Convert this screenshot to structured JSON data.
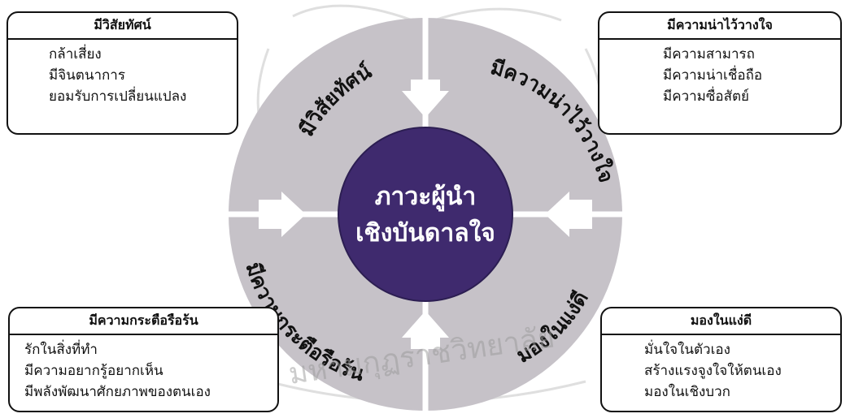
{
  "colors": {
    "center_fill": "#3f2a6e",
    "ring_fill": "#c6c2c8",
    "ring_text": "#111111",
    "center_text": "#ffffff",
    "box_border": "#111111"
  },
  "center": {
    "line1": "ภาวะผู้นำ",
    "line2": "เชิงบันดาลใจ"
  },
  "ring_labels": {
    "top_left": "มีวิสัยทัศน์",
    "top_right": "มีความน่าไว้วางใจ",
    "bottom_left": "มีความกระตือรือร้น",
    "bottom_right": "มองในแง่ดี"
  },
  "boxes": {
    "top_left": {
      "title": "มีวิสัยทัศน์",
      "items": [
        "กล้าเสี่ยง",
        "มีจินตนาการ",
        "ยอมรับการเปลี่ยนแปลง"
      ]
    },
    "top_right": {
      "title": "มีความน่าไว้วางใจ",
      "items": [
        "มีความสามารถ",
        "มีความน่าเชื่อถือ",
        "มีความซื่อสัตย์"
      ]
    },
    "bottom_left": {
      "title": "มีความกระตือรือร้น",
      "items": [
        "รักในสิ่งที่ทำ",
        "มีความอยากรู้อยากเห็น",
        "มีพลังพัฒนาศักยภาพของตนเอง"
      ]
    },
    "bottom_right": {
      "title": "มองในแง่ดี",
      "items": [
        "มั่นใจในตัวเอง",
        "สร้างแรงจูงใจให้ตนเอง",
        "มองในเชิงบวก"
      ]
    }
  },
  "watermark": {
    "text": "มหามกุฏราชวิทยาลัย"
  }
}
